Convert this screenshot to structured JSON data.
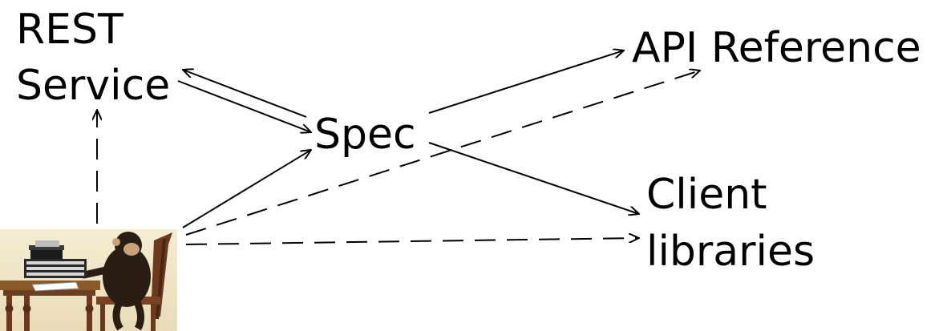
{
  "nodes": {
    "rest_service": {
      "lines": [
        "REST",
        "Service"
      ]
    },
    "spec": {
      "label": "Spec"
    },
    "api_reference": {
      "label": "API Reference"
    },
    "client_libraries": {
      "lines": [
        "Client",
        "libraries"
      ]
    },
    "monkey_typist": {
      "icon": "monkey-at-typewriter-illustration"
    }
  },
  "edges": [
    {
      "from": "rest_service",
      "to": "spec",
      "style": "solid"
    },
    {
      "from": "spec",
      "to": "rest_service",
      "style": "solid"
    },
    {
      "from": "spec",
      "to": "api_reference",
      "style": "solid"
    },
    {
      "from": "spec",
      "to": "client_libraries",
      "style": "solid"
    },
    {
      "from": "monkey_typist",
      "to": "spec",
      "style": "solid"
    },
    {
      "from": "monkey_typist",
      "to": "rest_service",
      "style": "dashed"
    },
    {
      "from": "monkey_typist",
      "to": "api_reference",
      "style": "dashed"
    },
    {
      "from": "monkey_typist",
      "to": "client_libraries",
      "style": "dashed"
    }
  ],
  "colors": {
    "ink": "#000000",
    "background": "#ffffff"
  }
}
